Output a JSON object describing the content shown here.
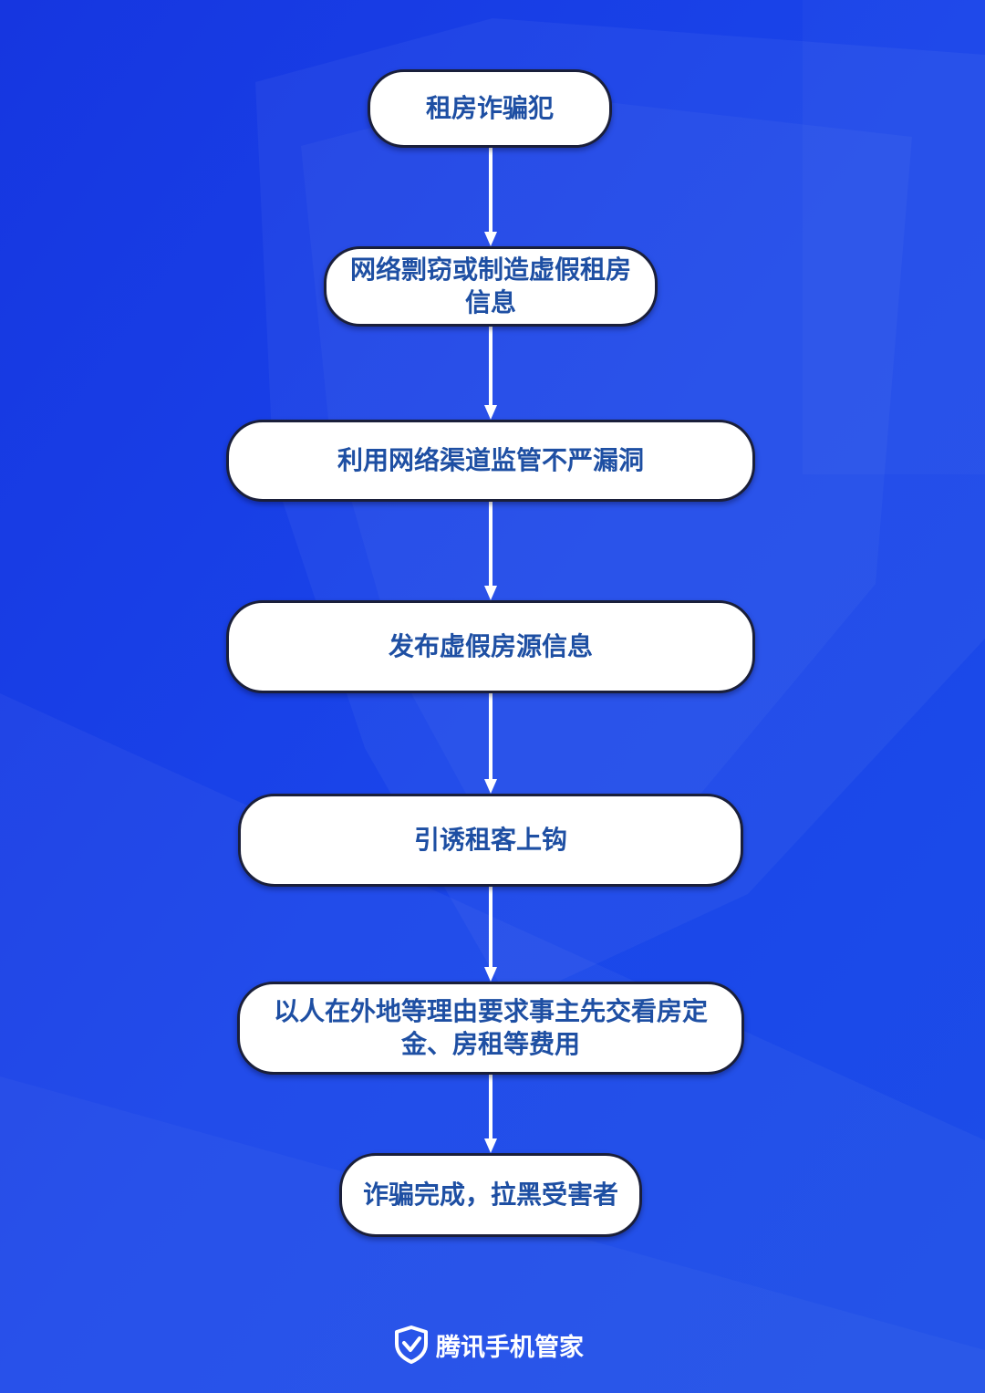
{
  "colors": {
    "background": "#1a3fe6",
    "node_fill": "#ffffff",
    "node_border": "#1a1f3a",
    "node_text": "#1e4fa3",
    "arrow": "#ffffff"
  },
  "flow": {
    "steps": [
      {
        "label": "租房诈骗犯"
      },
      {
        "label": "网络剽窃或制造虚假租房信息"
      },
      {
        "label": "利用网络渠道监管不严漏洞"
      },
      {
        "label": "发布虚假房源信息"
      },
      {
        "label": "引诱租客上钩"
      },
      {
        "label": "以人在外地等理由要求事主先交看房定金、房租等费用"
      },
      {
        "label": "诈骗完成，拉黑受害者"
      }
    ]
  },
  "footer": {
    "logo_icon": "shield-check-icon",
    "brand": "腾讯手机管家"
  }
}
